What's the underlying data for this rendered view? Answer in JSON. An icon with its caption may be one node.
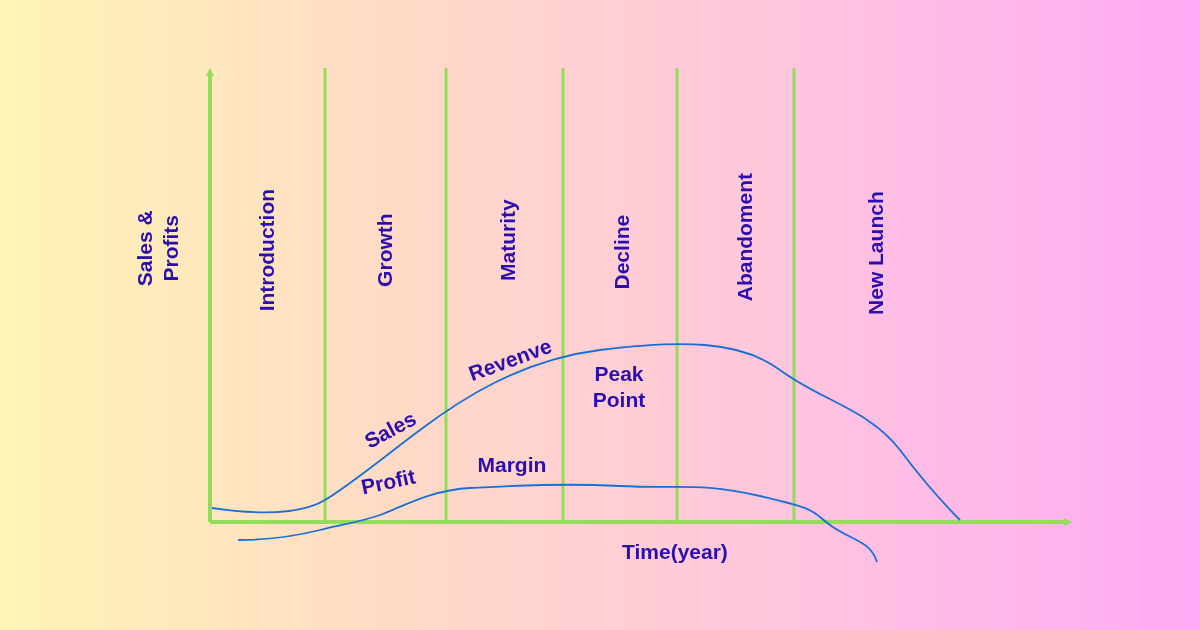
{
  "diagram": {
    "labels": [
      "Sales & Profits",
      "Introduction",
      "Growth",
      "Maturity",
      "Decline",
      "Abandoment",
      "New Launch",
      "Revenve",
      "Peak Point",
      "Sales",
      "Profit",
      "Margin",
      "Time(year)"
    ]
  }
}
